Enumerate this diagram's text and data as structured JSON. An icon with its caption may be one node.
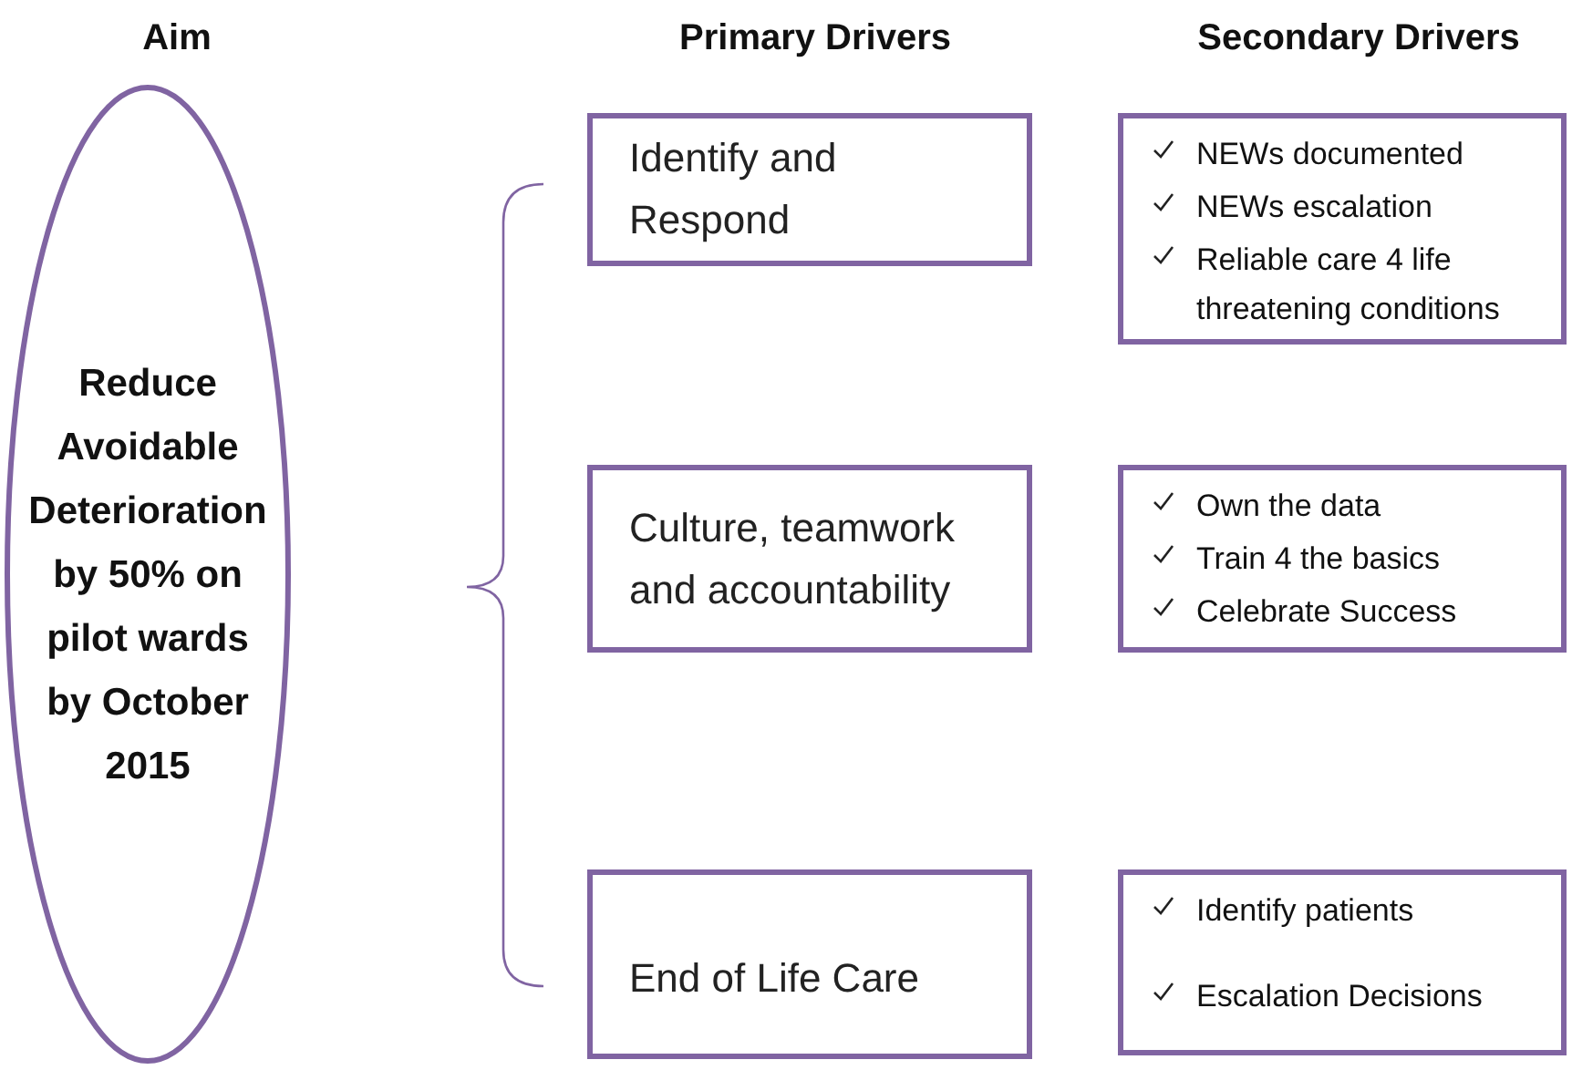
{
  "diagram": {
    "nodes": [
      {
        "text": [
          "Reduce Avoidable Deterioration by 50% on pilot wards by October 2015"
        ]
      },
      {
        "text": [
          "Identify and Respond"
        ]
      },
      {
        "text": [
          "NEWs documented",
          "NEWs escalation",
          "Reliable care 4 life threatening conditions"
        ]
      },
      {
        "text": [
          "Culture, teamwork and accountability"
        ]
      },
      {
        "text": [
          "Own the data",
          "Train 4 the basics",
          "Celebrate Success"
        ]
      },
      {
        "text": [
          "End of Life Care"
        ]
      },
      {
        "text": [
          "Identify patients",
          "Escalation Decisions"
        ]
      }
    ],
    "labels": [
      "Aim",
      "Primary Drivers",
      "Secondary Drivers"
    ]
  }
}
